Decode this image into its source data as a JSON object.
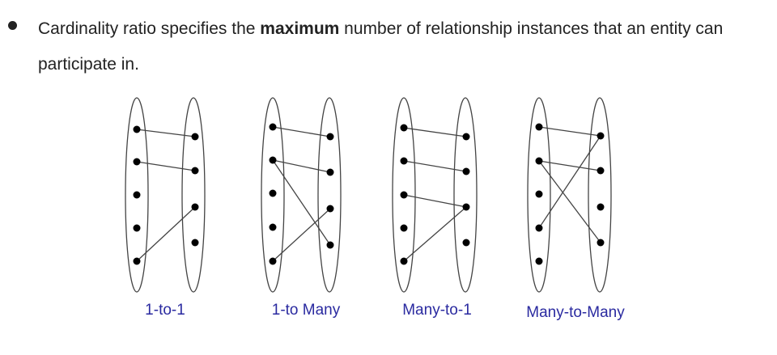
{
  "statement": {
    "prefix": "Cardinality ratio specifies the ",
    "emphasis": "maximum",
    "suffix": " number of relationship instances that an entity can participate in."
  },
  "diagrams": [
    {
      "caption": "1-to-1"
    },
    {
      "caption": "1-to Many"
    },
    {
      "caption": "Many-to-1"
    },
    {
      "caption": "Many-to-Many"
    }
  ],
  "colors": {
    "text": "#222222",
    "caption": "#2a2aa0",
    "line": "#444444"
  }
}
